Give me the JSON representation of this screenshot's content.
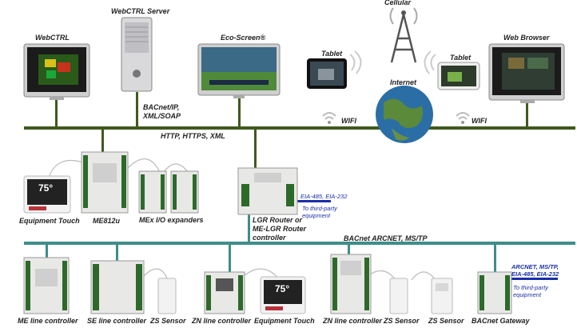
{
  "labels": {
    "cellular": "Cellular",
    "webctrl_server": "WebCTRL Server",
    "webctrl": "WebCTRL",
    "eco_screen": "Eco-Screen®",
    "tablet_left": "Tablet",
    "tablet_right": "Tablet",
    "web_browser": "Web Browser",
    "internet": "Internet",
    "bacnet_ip": "BACnet/IP,",
    "xml_soap": "XML/SOAP",
    "wifi_left": "WIFI",
    "wifi_right": "WIFI",
    "http": "HTTP, HTTPS, XML",
    "equipment_touch_top": "Equipment Touch",
    "me812u": "ME812u",
    "mex": "MEx I/O expanders",
    "lgr_1": "LGR Router or",
    "lgr_2": "ME-LGR Router",
    "lgr_3": "controller",
    "eia_1": "EIA-485, EIA-232",
    "third_party_1a": "To third-party",
    "third_party_1b": "equipment",
    "bacnet_arcnet": "BACnet ARCNET, MS/TP",
    "arcnet_2a": "ARCNET, MS/TP,",
    "arcnet_2b": "EIA-485, EIA-232",
    "third_party_2a": "To third-party",
    "third_party_2b": "equipment",
    "me_line": "ME line controller",
    "se_line": "SE line controller",
    "zs_1": "ZS Sensor",
    "zn_line_1": "ZN line controller",
    "equipment_touch_bottom": "Equipment Touch",
    "zn_line_2": "ZN line controller",
    "zs_2": "ZS Sensor",
    "zs_3": "ZS Sensor",
    "bacnet_gateway": "BACnet Gateway"
  },
  "displays": {
    "thermostat_top": "75°",
    "thermostat_bottom": "75°"
  },
  "colors": {
    "ethernet_bus": "#3f5a1e",
    "arcnet_bus": "#3d8e8a",
    "eia_line": "#1a2fa8",
    "internet_globe": "#2b6ea6"
  }
}
